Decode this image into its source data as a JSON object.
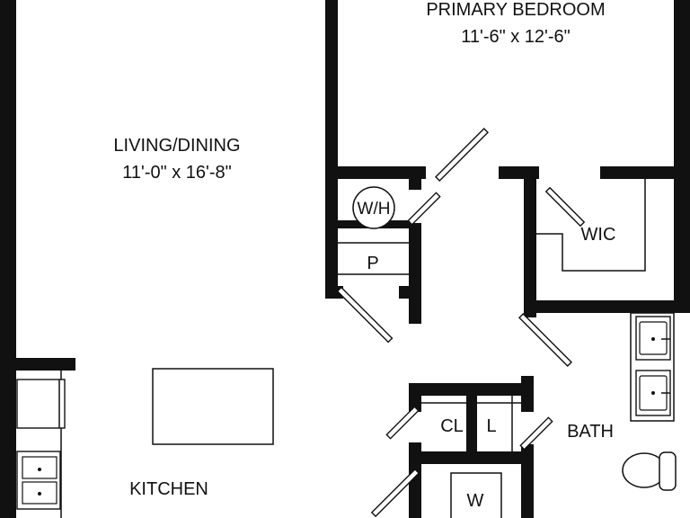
{
  "rooms": {
    "primary_bedroom": {
      "name": "PRIMARY BEDROOM",
      "dims": "11'-6\" x 12'-6\""
    },
    "living_dining": {
      "name": "LIVING/DINING",
      "dims": "11'-0\" x 16'-8\""
    },
    "wic": {
      "name": "WIC"
    },
    "kitchen": {
      "name": "KITCHEN"
    },
    "bath": {
      "name": "BATH"
    },
    "closet": {
      "name": "CL"
    },
    "linen": {
      "name": "L"
    },
    "washer": {
      "name": "W"
    },
    "pantry": {
      "name": "P"
    },
    "water_heater": {
      "name": "W/H"
    }
  }
}
